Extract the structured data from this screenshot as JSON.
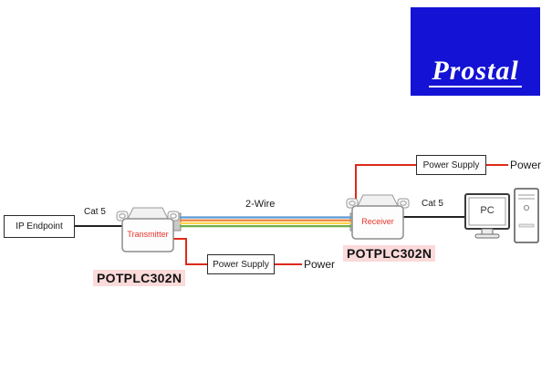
{
  "logo": {
    "text": "Prostal",
    "bg_color": "#1412d4",
    "text_color": "#ffffff"
  },
  "devices": {
    "transmitter": {
      "label": "Transmitter",
      "model": "POTPLC302N"
    },
    "receiver": {
      "label": "Receiver",
      "model": "POTPLC302N"
    }
  },
  "endpoints": {
    "ip_endpoint": "IP Endpoint",
    "pc": "PC"
  },
  "connections": {
    "cat5_left": "Cat 5",
    "cat5_right": "Cat 5",
    "two_wire": "2-Wire"
  },
  "power": {
    "supply_top": "Power Supply",
    "supply_bottom": "Power Supply",
    "power_top": "Power",
    "power_bottom": "Power"
  },
  "colors": {
    "brand_blue": "#1412d4",
    "device_label_red": "#e8342a",
    "power_line_red": "#dd2a1a",
    "model_highlight_pink": "#fbdada",
    "cable_strands": [
      "#5b9bd5",
      "#ed7d31",
      "#ffd34d",
      "#70ad47"
    ]
  }
}
